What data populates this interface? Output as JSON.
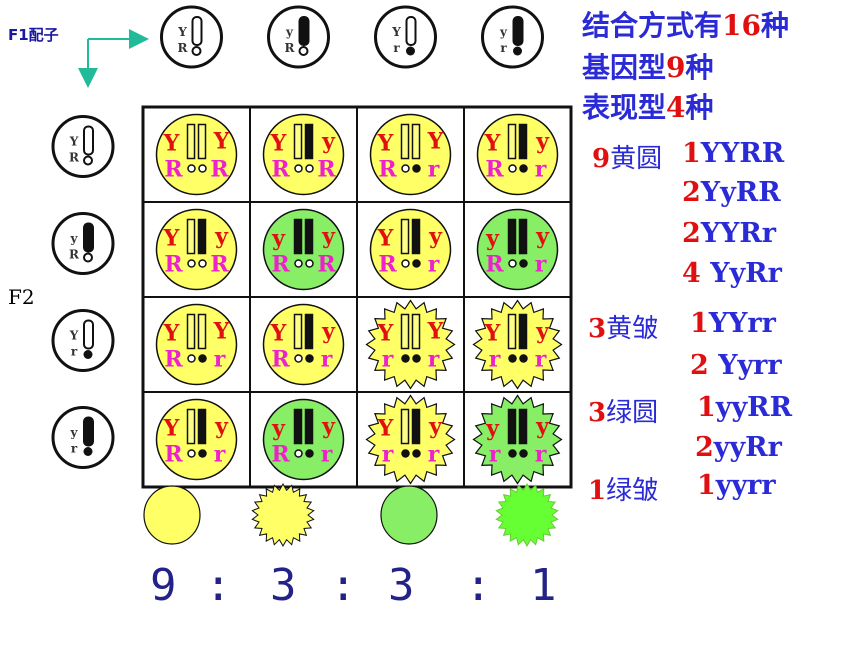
{
  "labels": {
    "f1_gametes": "F1配子",
    "f2": "F2"
  },
  "summary": {
    "combinations_prefix": "结合方式有",
    "combinations_number": "16",
    "combinations_suffix": "种",
    "genotypes_prefix": "基因型",
    "genotypes_number": "9",
    "genotypes_suffix": "种",
    "phenotypes_prefix": "表现型",
    "phenotypes_number": "4",
    "phenotypes_suffix": "种"
  },
  "gametes": [
    {
      "top": "Y",
      "bottom": "R"
    },
    {
      "top": "y",
      "bottom": "R"
    },
    {
      "top": "Y",
      "bottom": "r"
    },
    {
      "top": "y",
      "bottom": "r"
    }
  ],
  "grid": [
    [
      {
        "color": "yellow",
        "shape": "round",
        "l1": "Y",
        "l2": "Y",
        "a1": "R",
        "a2": "R"
      },
      {
        "color": "yellow",
        "shape": "round",
        "l1": "Y",
        "l2": "y",
        "a1": "R",
        "a2": "R"
      },
      {
        "color": "yellow",
        "shape": "round",
        "l1": "Y",
        "l2": "Y",
        "a1": "R",
        "a2": "r"
      },
      {
        "color": "yellow",
        "shape": "round",
        "l1": "Y",
        "l2": "y",
        "a1": "R",
        "a2": "r"
      }
    ],
    [
      {
        "color": "yellow",
        "shape": "round",
        "l1": "Y",
        "l2": "y",
        "a1": "R",
        "a2": "R"
      },
      {
        "color": "green",
        "shape": "round",
        "l1": "y",
        "l2": "y",
        "a1": "R",
        "a2": "R"
      },
      {
        "color": "yellow",
        "shape": "round",
        "l1": "Y",
        "l2": "y",
        "a1": "R",
        "a2": "r"
      },
      {
        "color": "green",
        "shape": "round",
        "l1": "y",
        "l2": "y",
        "a1": "R",
        "a2": "r"
      }
    ],
    [
      {
        "color": "yellow",
        "shape": "round",
        "l1": "Y",
        "l2": "Y",
        "a1": "R",
        "a2": "r"
      },
      {
        "color": "yellow",
        "shape": "round",
        "l1": "Y",
        "l2": "y",
        "a1": "R",
        "a2": "r"
      },
      {
        "color": "yellow",
        "shape": "wrinkled",
        "l1": "Y",
        "l2": "Y",
        "a1": "r",
        "a2": "r"
      },
      {
        "color": "yellow",
        "shape": "wrinkled",
        "l1": "Y",
        "l2": "y",
        "a1": "r",
        "a2": "r"
      }
    ],
    [
      {
        "color": "yellow",
        "shape": "round",
        "l1": "Y",
        "l2": "y",
        "a1": "R",
        "a2": "r"
      },
      {
        "color": "green",
        "shape": "round",
        "l1": "y",
        "l2": "y",
        "a1": "R",
        "a2": "r"
      },
      {
        "color": "yellow",
        "shape": "wrinkled",
        "l1": "Y",
        "l2": "y",
        "a1": "r",
        "a2": "r"
      },
      {
        "color": "green",
        "shape": "wrinkled",
        "l1": "y",
        "l2": "y",
        "a1": "r",
        "a2": "r"
      }
    ]
  ],
  "phenotype_groups": [
    {
      "count": "9",
      "name": "黄圆",
      "genotypes": [
        {
          "n": "1",
          "g": "YYRR"
        },
        {
          "n": "2",
          "g": "YyRR"
        },
        {
          "n": "2",
          "g": "YYRr"
        },
        {
          "n": "4",
          "g": " YyRr"
        }
      ]
    },
    {
      "count": "3",
      "name": "黄皱",
      "genotypes": [
        {
          "n": "1",
          "g": "YYrr"
        },
        {
          "n": "2",
          "g": " Yyrr"
        }
      ]
    },
    {
      "count": "3",
      "name": "绿圆",
      "genotypes": [
        {
          "n": "1",
          "g": "yyRR"
        },
        {
          "n": "2",
          "g": "yyRr"
        }
      ]
    },
    {
      "count": "1",
      "name": "绿皱",
      "genotypes": [
        {
          "n": "1",
          "g": "yyrr"
        }
      ]
    }
  ],
  "ratio": {
    "v1": "9",
    "sep1": ":",
    "v2": "3",
    "sep2": ":",
    "v3": "3",
    "sep3": ":",
    "v4": "1"
  },
  "bottom_phenotypes": [
    {
      "color": "yellow",
      "shape": "round"
    },
    {
      "color": "yellow",
      "shape": "wrinkled"
    },
    {
      "color": "green",
      "shape": "round"
    },
    {
      "color": "green",
      "shape": "wrinkled"
    }
  ],
  "colors": {
    "yellow": "#ffff66",
    "green": "#88ee66",
    "bright_green": "#66ff33",
    "red_text": "#e01010",
    "blue_text": "#2a2ad6",
    "pink_text": "#ee22cc",
    "arrow": "#22bb99"
  }
}
